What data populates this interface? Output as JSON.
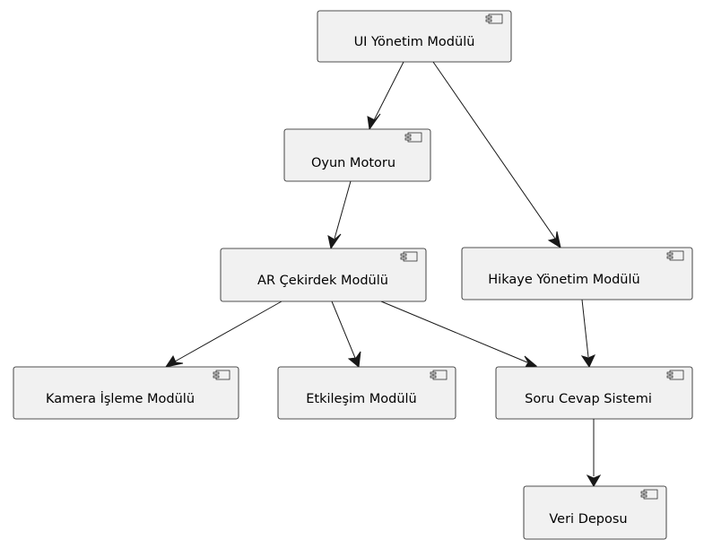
{
  "diagram": {
    "components": [
      {
        "id": "ui",
        "label": "UI Yönetim Modülü"
      },
      {
        "id": "oyun",
        "label": "Oyun Motoru"
      },
      {
        "id": "ar",
        "label": "AR Çekirdek Modülü"
      },
      {
        "id": "hikaye",
        "label": "Hikaye Yönetim Modülü"
      },
      {
        "id": "kamera",
        "label": "Kamera İşleme Modülü"
      },
      {
        "id": "etkilesim",
        "label": "Etkileşim Modülü"
      },
      {
        "id": "soru",
        "label": "Soru Cevap Sistemi"
      },
      {
        "id": "veri",
        "label": "Veri Deposu"
      }
    ],
    "edges": [
      {
        "from": "ui",
        "to": "oyun"
      },
      {
        "from": "ui",
        "to": "hikaye"
      },
      {
        "from": "oyun",
        "to": "ar"
      },
      {
        "from": "ar",
        "to": "kamera"
      },
      {
        "from": "ar",
        "to": "etkilesim"
      },
      {
        "from": "ar",
        "to": "soru"
      },
      {
        "from": "hikaye",
        "to": "soru"
      },
      {
        "from": "soru",
        "to": "veri"
      }
    ]
  }
}
